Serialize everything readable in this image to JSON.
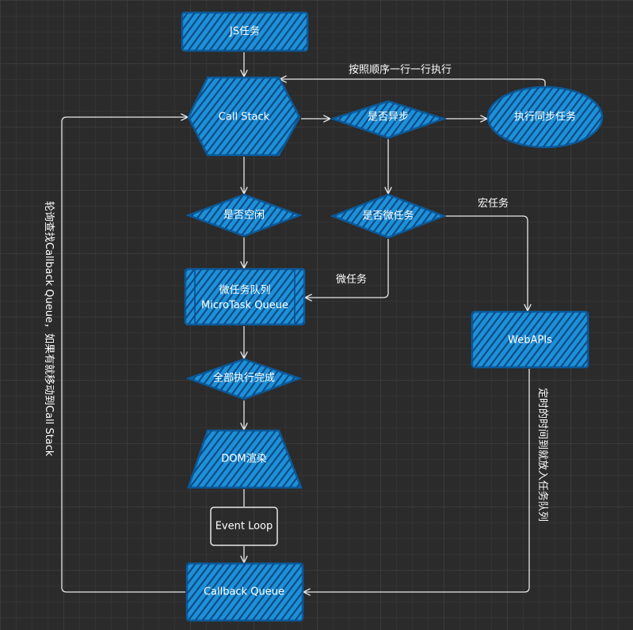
{
  "nodes": {
    "js_task": "JS任务",
    "call_stack": "Call Stack",
    "is_async": "是否异步",
    "exec_sync": "执行同步任务",
    "is_idle": "是否空闲",
    "is_micro": "是否微任务",
    "microtask_queue_line1": "微任务队列",
    "microtask_queue_line2": "MicroTask Queue",
    "all_done": "全部执行完成",
    "dom_render": "DOM渲染",
    "event_loop": "Event Loop",
    "callback_queue": "Callback Queue",
    "web_apis": "WebAPIs"
  },
  "edge_labels": {
    "sequential": "按照顺序一行一行执行",
    "macrotask": "宏任务",
    "microtask": "微任务",
    "timer_note": "定时的时间到就放入任务队列",
    "polling_note": "轮询查找Callback Queue，如果有就移动到Call Stack"
  },
  "colors": {
    "node_fill": "#1e90d8",
    "node_stroke": "#0b5c9e",
    "hatch": "#0d4d86",
    "edge": "#e8e8e8",
    "background": "#2b2b2b"
  }
}
